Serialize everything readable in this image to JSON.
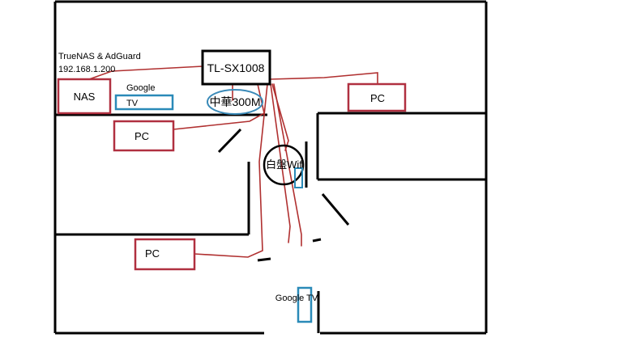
{
  "title": "",
  "devices": {
    "nas_caption_line1": "TrueNAS & AdGuard",
    "nas_caption_line2": "192.168.1.200",
    "nas": "NAS",
    "google_tv_1_line1": "Google",
    "google_tv_1_line2": "TV",
    "switch": "TL-SX1008",
    "isp": "中華300M",
    "pc_top_right": "PC",
    "pc_left_upper": "PC",
    "wifi": "白盤Wifi",
    "pc_left_lower": "PC",
    "google_tv_2": "Google TV"
  },
  "colors": {
    "wall": "#000000",
    "cable": "#b03030",
    "device_box": "#b03040",
    "tv_box": "#2a8ab8",
    "isp_ellipse": "#3a8ab8"
  }
}
